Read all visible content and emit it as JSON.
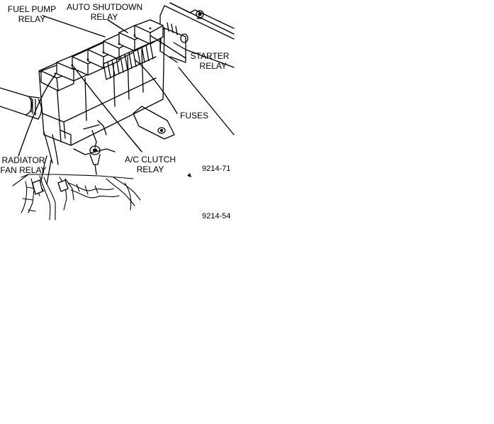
{
  "labels": {
    "fuel_pump_line1": "FUEL PUMP",
    "fuel_pump_line2": "RELAY",
    "auto_shutdown_line1": "AUTO SHUTDOWN",
    "auto_shutdown_line2": "RELAY",
    "starter_line1": "STARTER",
    "starter_line2": "RELAY",
    "fuses": "FUSES",
    "radiator_line1": "RADIATOR",
    "radiator_line2": "FAN RELAY",
    "ac_clutch_line1": "A/C CLUTCH",
    "ac_clutch_line2": "RELAY"
  },
  "figure_codes": {
    "upper": "9214-71",
    "lower": "9214-54"
  },
  "colors": {
    "ink": "#000000",
    "paper": "#ffffff"
  }
}
